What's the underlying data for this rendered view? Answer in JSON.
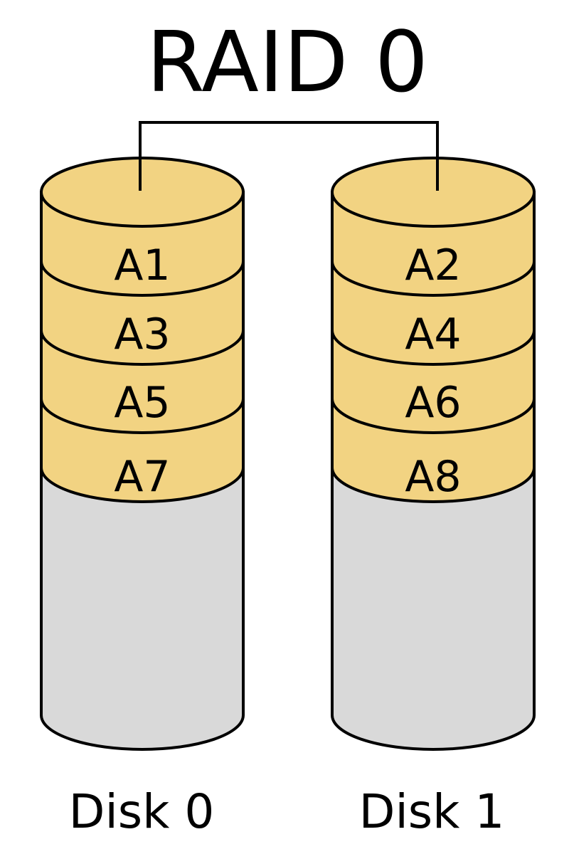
{
  "title": "RAID 0",
  "colors": {
    "stripe_fill": "#F2D382",
    "empty_fill": "#D9D9D9",
    "outline": "#000000",
    "background": "#FFFFFF"
  },
  "disks": [
    {
      "label": "Disk 0",
      "blocks": [
        "A1",
        "A3",
        "A5",
        "A7"
      ]
    },
    {
      "label": "Disk 1",
      "blocks": [
        "A2",
        "A4",
        "A6",
        "A8"
      ]
    }
  ]
}
